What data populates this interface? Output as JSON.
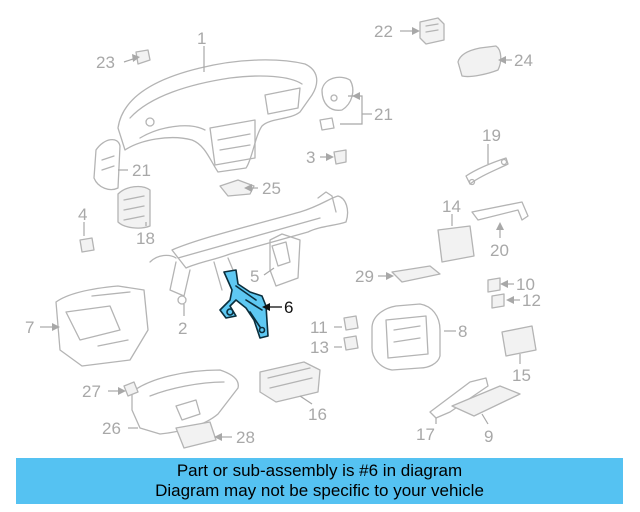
{
  "diagram": {
    "highlighted_part": "6",
    "callouts": [
      "1",
      "2",
      "3",
      "4",
      "5",
      "6",
      "7",
      "8",
      "9",
      "10",
      "11",
      "12",
      "13",
      "14",
      "15",
      "16",
      "17",
      "18",
      "19",
      "20",
      "21",
      "21",
      "22",
      "23",
      "24",
      "25",
      "26",
      "27",
      "28",
      "29"
    ]
  },
  "banner": {
    "line1": "Part or sub-assembly is #6 in diagram",
    "line2": "Diagram may not be specific to your vehicle",
    "color": "#55c2f2"
  },
  "colors": {
    "highlight": "#5ec8f2",
    "linework": "#b4b4b4",
    "label": "#a8a8a8"
  }
}
